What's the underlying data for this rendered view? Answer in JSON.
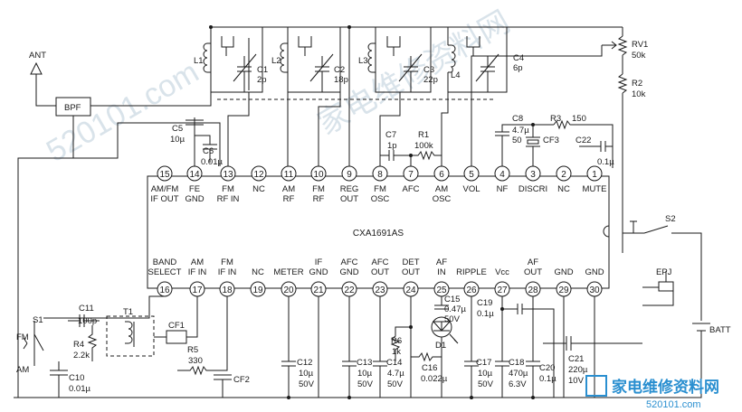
{
  "chip": {
    "name": "CXA1691AS"
  },
  "top_pins": [
    {
      "num": "15",
      "l1": "AM/FM",
      "l2": "IF OUT"
    },
    {
      "num": "14",
      "l1": "FE",
      "l2": "GND"
    },
    {
      "num": "13",
      "l1": "FM",
      "l2": "RF IN"
    },
    {
      "num": "12",
      "l1": "NC",
      "l2": ""
    },
    {
      "num": "11",
      "l1": "AM",
      "l2": "RF"
    },
    {
      "num": "10",
      "l1": "FM",
      "l2": "RF"
    },
    {
      "num": "9",
      "l1": "REG",
      "l2": "OUT"
    },
    {
      "num": "8",
      "l1": "FM",
      "l2": "OSC"
    },
    {
      "num": "7",
      "l1": "AFC",
      "l2": ""
    },
    {
      "num": "6",
      "l1": "AM",
      "l2": "OSC"
    },
    {
      "num": "5",
      "l1": "VOL",
      "l2": ""
    },
    {
      "num": "4",
      "l1": "NF",
      "l2": ""
    },
    {
      "num": "3",
      "l1": "DISCRI",
      "l2": ""
    },
    {
      "num": "2",
      "l1": "NC",
      "l2": ""
    },
    {
      "num": "1",
      "l1": "MUTE",
      "l2": ""
    }
  ],
  "bottom_pins": [
    {
      "num": "16",
      "l1": "BAND",
      "l2": "SELECT"
    },
    {
      "num": "17",
      "l1": "AM",
      "l2": "IF IN"
    },
    {
      "num": "18",
      "l1": "FM",
      "l2": "IF IN"
    },
    {
      "num": "19",
      "l1": "",
      "l2": "NC"
    },
    {
      "num": "20",
      "l1": "",
      "l2": "METER"
    },
    {
      "num": "21",
      "l1": "IF",
      "l2": "GND"
    },
    {
      "num": "22",
      "l1": "AFC",
      "l2": "GND"
    },
    {
      "num": "23",
      "l1": "AFC",
      "l2": "OUT"
    },
    {
      "num": "24",
      "l1": "DET",
      "l2": "OUT"
    },
    {
      "num": "25",
      "l1": "AF",
      "l2": "IN"
    },
    {
      "num": "26",
      "l1": "",
      "l2": "RIPPLE"
    },
    {
      "num": "27",
      "l1": "",
      "l2": "Vcc"
    },
    {
      "num": "28",
      "l1": "AF",
      "l2": "OUT"
    },
    {
      "num": "29",
      "l1": "",
      "l2": "GND"
    },
    {
      "num": "30",
      "l1": "",
      "l2": "GND"
    }
  ],
  "labels": {
    "ant": "ANT",
    "bpf": "BPF",
    "l1": "L1",
    "c1": "C1",
    "c1v": "2p",
    "l2": "L2",
    "c2": "C2",
    "c2v": "18p",
    "l3": "L3",
    "c3": "C3",
    "c3v": "22p",
    "l4": "L4",
    "c4": "C4",
    "c4v": "6p",
    "rv1": "RV1",
    "rv1v": "50k",
    "r2": "R2",
    "r2v": "10k",
    "c5": "C5",
    "c5v": "10µ",
    "c6": "C6",
    "c6v": "0.01µ",
    "c7": "C7",
    "c7v": "1p",
    "r1": "R1",
    "r1v": "100k",
    "c8": "C8",
    "c8v1": "4.7µ",
    "c8v2": "50",
    "r3": "R3",
    "r3v": "150",
    "cf3": "CF3",
    "c22": "C22",
    "c22v": "0.1µ",
    "s1": "S1",
    "fm": "FM",
    "am": "AM",
    "c11": "C11",
    "c11v": "100p",
    "t1": "T1",
    "cf1": "CF1",
    "r4": "R4",
    "r4v": "2.2k",
    "r5": "R5",
    "r5v": "330",
    "c10": "C10",
    "c10v": "0.01µ",
    "cf2": "CF2",
    "c12": "C12",
    "c12v1": "10µ",
    "c12v2": "50V",
    "c13": "C13",
    "c13v1": "10µ",
    "c13v2": "50V",
    "c14": "C14",
    "c14v1": "4.7µ",
    "c14v2": "50V",
    "r6": "R6",
    "r6v": "1k",
    "c16": "C16",
    "c16v": "0.022µ",
    "c15": "C15",
    "c15v1": "0.47µ",
    "c15v2": "50V",
    "d1": "D1",
    "c19": "C19",
    "c19v": "0.1µ",
    "c17": "C17",
    "c17v1": "10µ",
    "c17v2": "50V",
    "c18": "C18",
    "c18v1": "470µ",
    "c18v2": "6.3V",
    "c20": "C20",
    "c20v": "0.1µ",
    "c21": "C21",
    "c21v1": "220µ",
    "c21v2": "10V",
    "s2": "S2",
    "epj": "EPJ",
    "batt": "BATT"
  },
  "watermark": {
    "site": "家电维修资料网",
    "url": "520101.com"
  },
  "logo": {
    "title": "家电维修资料网",
    "url": "520101.com"
  }
}
